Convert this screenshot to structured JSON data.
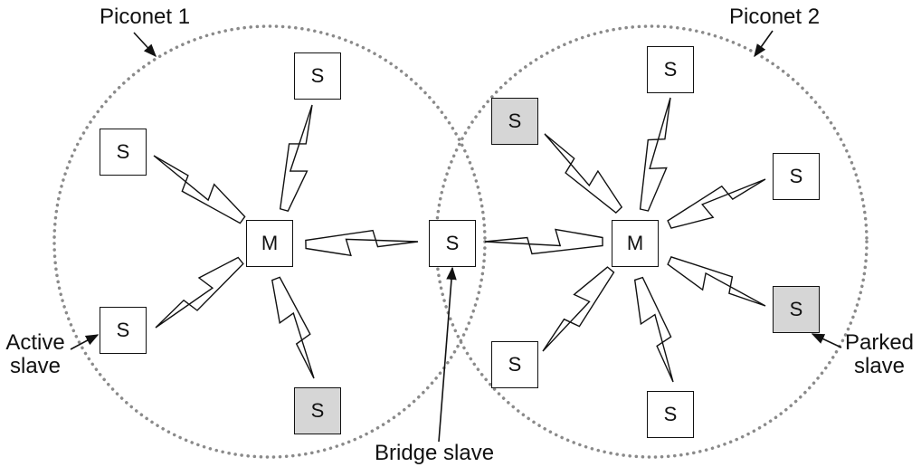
{
  "labels": {
    "piconet_1": "Piconet 1",
    "piconet_2": "Piconet 2",
    "active_slave_line1": "Active",
    "active_slave_line2": "slave",
    "parked_slave_line1": "Parked",
    "parked_slave_line2": "slave",
    "bridge_slave": "Bridge slave"
  },
  "nodes": {
    "master_label": "M",
    "slave_label": "S"
  },
  "colors": {
    "parked_fill": "#d6d6d6",
    "circle_stroke": "#8a8a8a"
  }
}
